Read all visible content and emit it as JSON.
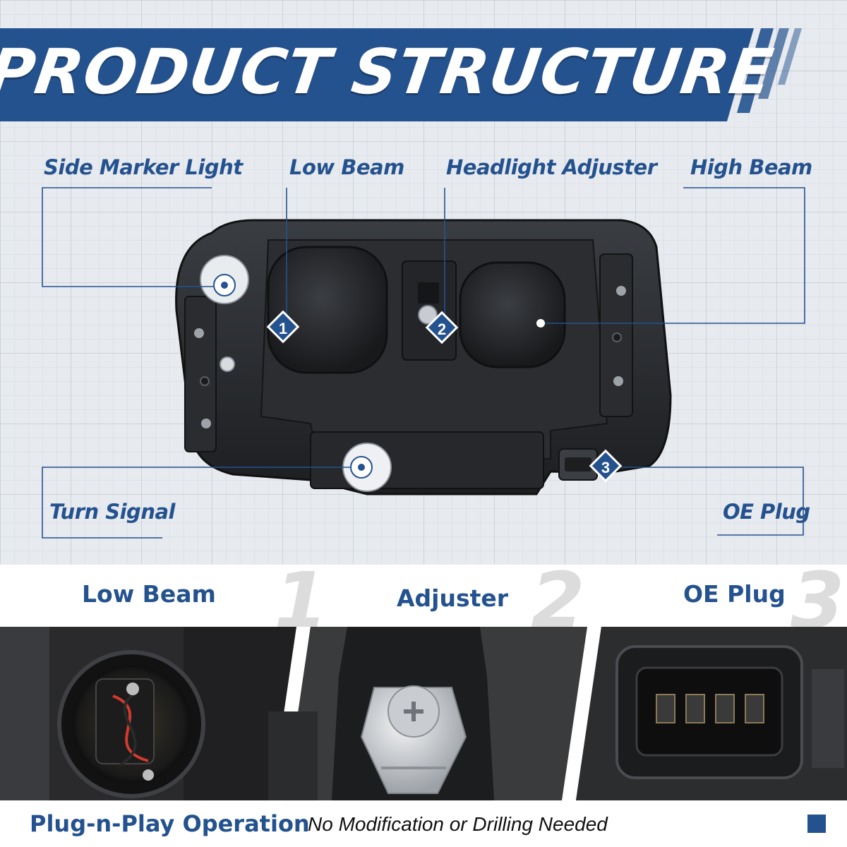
{
  "banner": {
    "title": "PRODUCT STRUCTURE"
  },
  "callouts": {
    "side_marker": "Side Marker Light",
    "low_beam": "Low Beam",
    "adjuster": "Headlight Adjuster",
    "high_beam": "High Beam",
    "turn_signal": "Turn Signal",
    "oe_plug": "OE Plug"
  },
  "markers": {
    "m1": "1",
    "m2": "2",
    "m3": "3"
  },
  "details": [
    {
      "label": "Low Beam",
      "number": "1"
    },
    {
      "label": "Adjuster",
      "number": "2"
    },
    {
      "label": "OE Plug",
      "number": "3"
    }
  ],
  "footer": {
    "strong": "Plug-n-Play Operation",
    "rest": "No Modification or Drilling Needed"
  },
  "colors": {
    "brand_blue": "#24528f",
    "dark_blue": "#1c3f73"
  }
}
